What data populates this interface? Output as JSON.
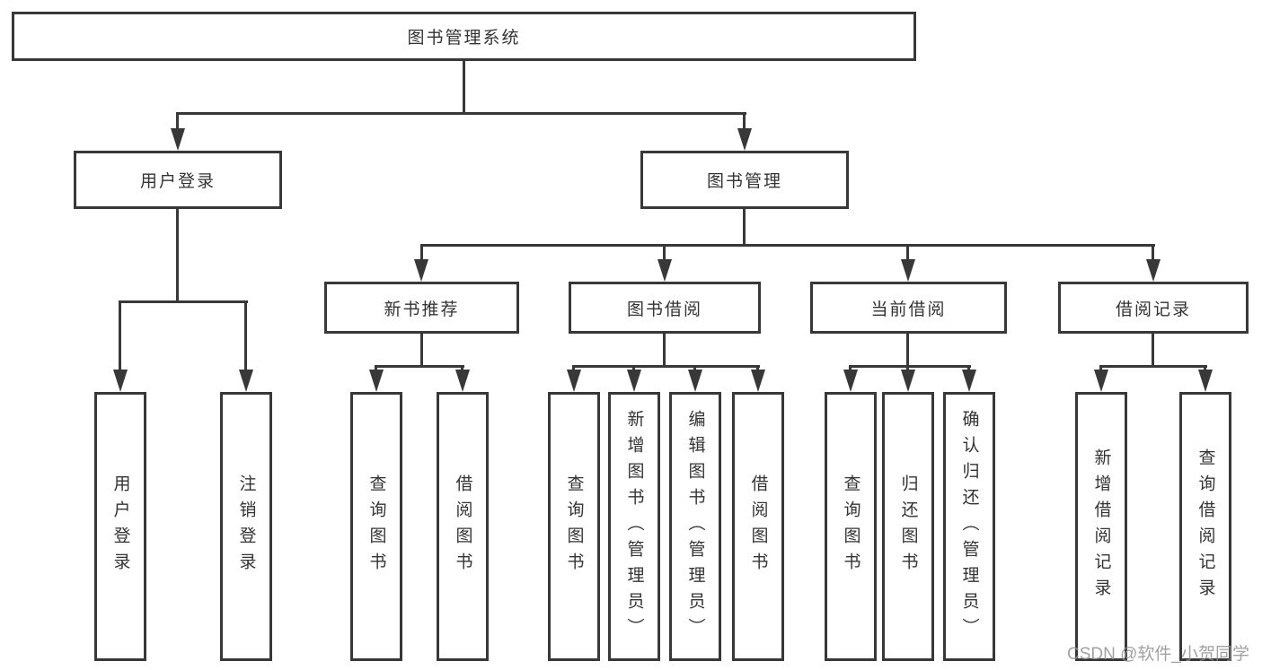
{
  "tree": {
    "root": "图书管理系统",
    "branches": [
      {
        "label": "用户登录",
        "children": [
          "用户登录",
          "注销登录"
        ]
      },
      {
        "label": "图书管理",
        "groups": [
          {
            "label": "新书推荐",
            "children": [
              "查询图书",
              "借阅图书"
            ]
          },
          {
            "label": "图书借阅",
            "children": [
              "查询图书",
              "新增图书（管理员）",
              "编辑图书（管理员）",
              "借阅图书"
            ]
          },
          {
            "label": "当前借阅",
            "children": [
              "查询图书",
              "归还图书",
              "确认归还（管理员）"
            ]
          },
          {
            "label": "借阅记录",
            "children": [
              "新增借阅记录",
              "查询借阅记录"
            ]
          }
        ]
      }
    ]
  },
  "watermark": "CSDN @软件_小贺同学",
  "colors": {
    "line": "#383838",
    "text": "#333333",
    "watermark": "#919191"
  }
}
